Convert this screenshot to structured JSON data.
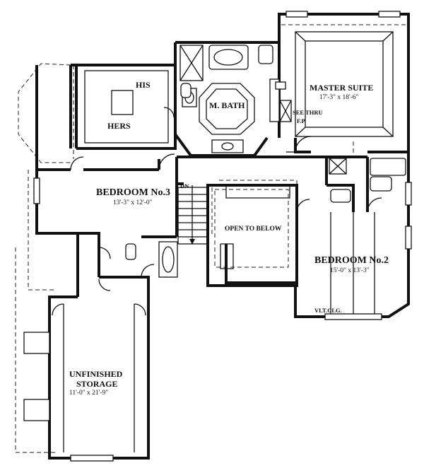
{
  "rooms": {
    "master_suite": {
      "name": "MASTER SUITE",
      "dims": "17'-3\" x 18'-6\""
    },
    "m_bath": {
      "name": "M. BATH"
    },
    "his": {
      "name": "HIS"
    },
    "hers": {
      "name": "HERS"
    },
    "bedroom3": {
      "name": "BEDROOM No.3",
      "dims": "13'-3\" x 12'-0\""
    },
    "bedroom2": {
      "name": "BEDROOM No.2",
      "dims": "15'-0\" x 13'-3\""
    },
    "open_to_below": {
      "name": "OPEN TO BELOW"
    },
    "storage": {
      "name_line1": "UNFINISHED",
      "name_line2": "STORAGE",
      "dims": "11'-0\" x 21'-9\""
    }
  },
  "notes": {
    "see_thru": "SEE THRU",
    "fp": "F.P.",
    "dn": "DN",
    "vlt_clg": "VLT.CLG."
  }
}
